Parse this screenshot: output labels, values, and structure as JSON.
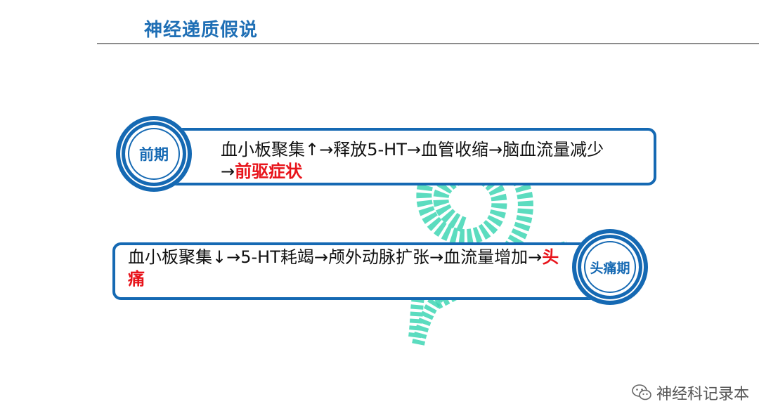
{
  "title": "神经递质假说",
  "phases": [
    {
      "badge": "前期",
      "text_plain": "血小板聚集↑→释放5-HT→血管收缩→脑血流量减少→",
      "text_highlight": "前驱症状"
    },
    {
      "badge": "头痛期",
      "text_plain": "血小板聚集↓→5-HT耗竭→颅外动脉扩张→血流量增加→",
      "text_highlight": "头痛"
    }
  ],
  "footer": {
    "icon": "wechat-icon",
    "label": "神经科记录本"
  },
  "colors": {
    "accent": "#1569b3",
    "title": "#1f6fb5",
    "highlight": "#e8141b",
    "watermark": "#3fd6b4"
  }
}
